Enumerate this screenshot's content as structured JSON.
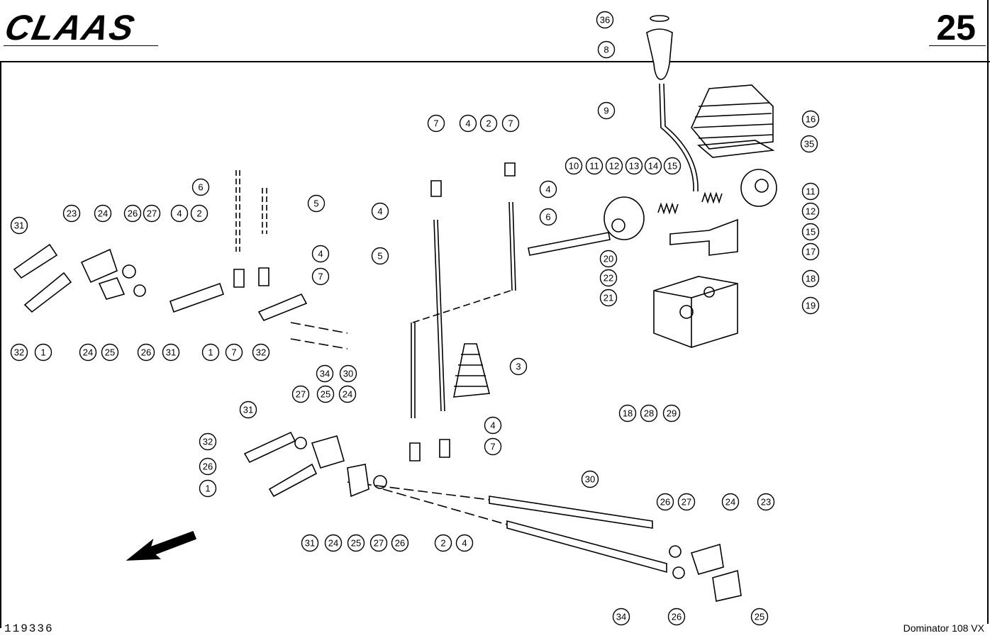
{
  "header": {
    "brand": "CLAAS",
    "page_number": "25"
  },
  "footer": {
    "drawing_number": "119336",
    "model": "Dominator 108 VX"
  },
  "callouts": [
    "36",
    "8",
    "9",
    "16",
    "35",
    "7",
    "4",
    "2",
    "7",
    "10",
    "11",
    "12",
    "13",
    "14",
    "15",
    "11",
    "12",
    "15",
    "17",
    "18",
    "19",
    "20",
    "22",
    "21",
    "6",
    "5",
    "4",
    "4",
    "6",
    "5",
    "23",
    "24",
    "26",
    "27",
    "4",
    "2",
    "31",
    "4",
    "7",
    "32",
    "1",
    "24",
    "25",
    "26",
    "31",
    "1",
    "7",
    "32",
    "34",
    "30",
    "3",
    "18",
    "28",
    "29",
    "31",
    "27",
    "25",
    "24",
    "32",
    "26",
    "1",
    "4",
    "7",
    "30",
    "26",
    "27",
    "24",
    "23",
    "31",
    "24",
    "25",
    "27",
    "26",
    "2",
    "4",
    "34",
    "26",
    "25"
  ]
}
